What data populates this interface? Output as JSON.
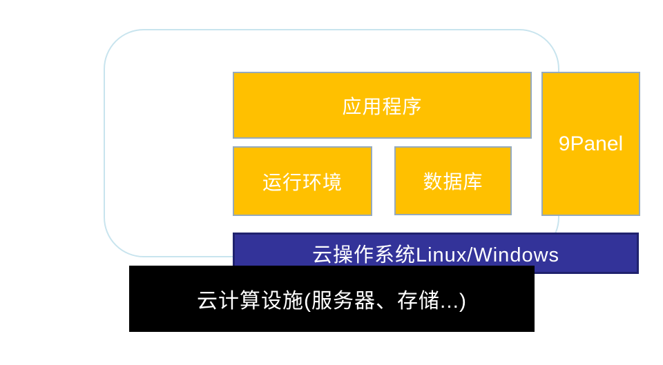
{
  "diagram": {
    "platform": {
      "application": {
        "label": "应用程序"
      },
      "runtime": {
        "label": "运行环境"
      },
      "database": {
        "label": "数据库"
      },
      "panel": {
        "label": "9Panel"
      },
      "os": {
        "label": "云操作系统Linux/Windows"
      }
    },
    "infrastructure": {
      "label": "云计算设施(服务器、存储...)"
    },
    "colors": {
      "component_fill": "#FFC000",
      "component_border": "#95AABC",
      "os_fill": "#333399",
      "os_border": "#20226E",
      "infrastructure_fill": "#000000",
      "container_border": "#C8E4EE",
      "label_text": "#FFFFFF"
    }
  }
}
